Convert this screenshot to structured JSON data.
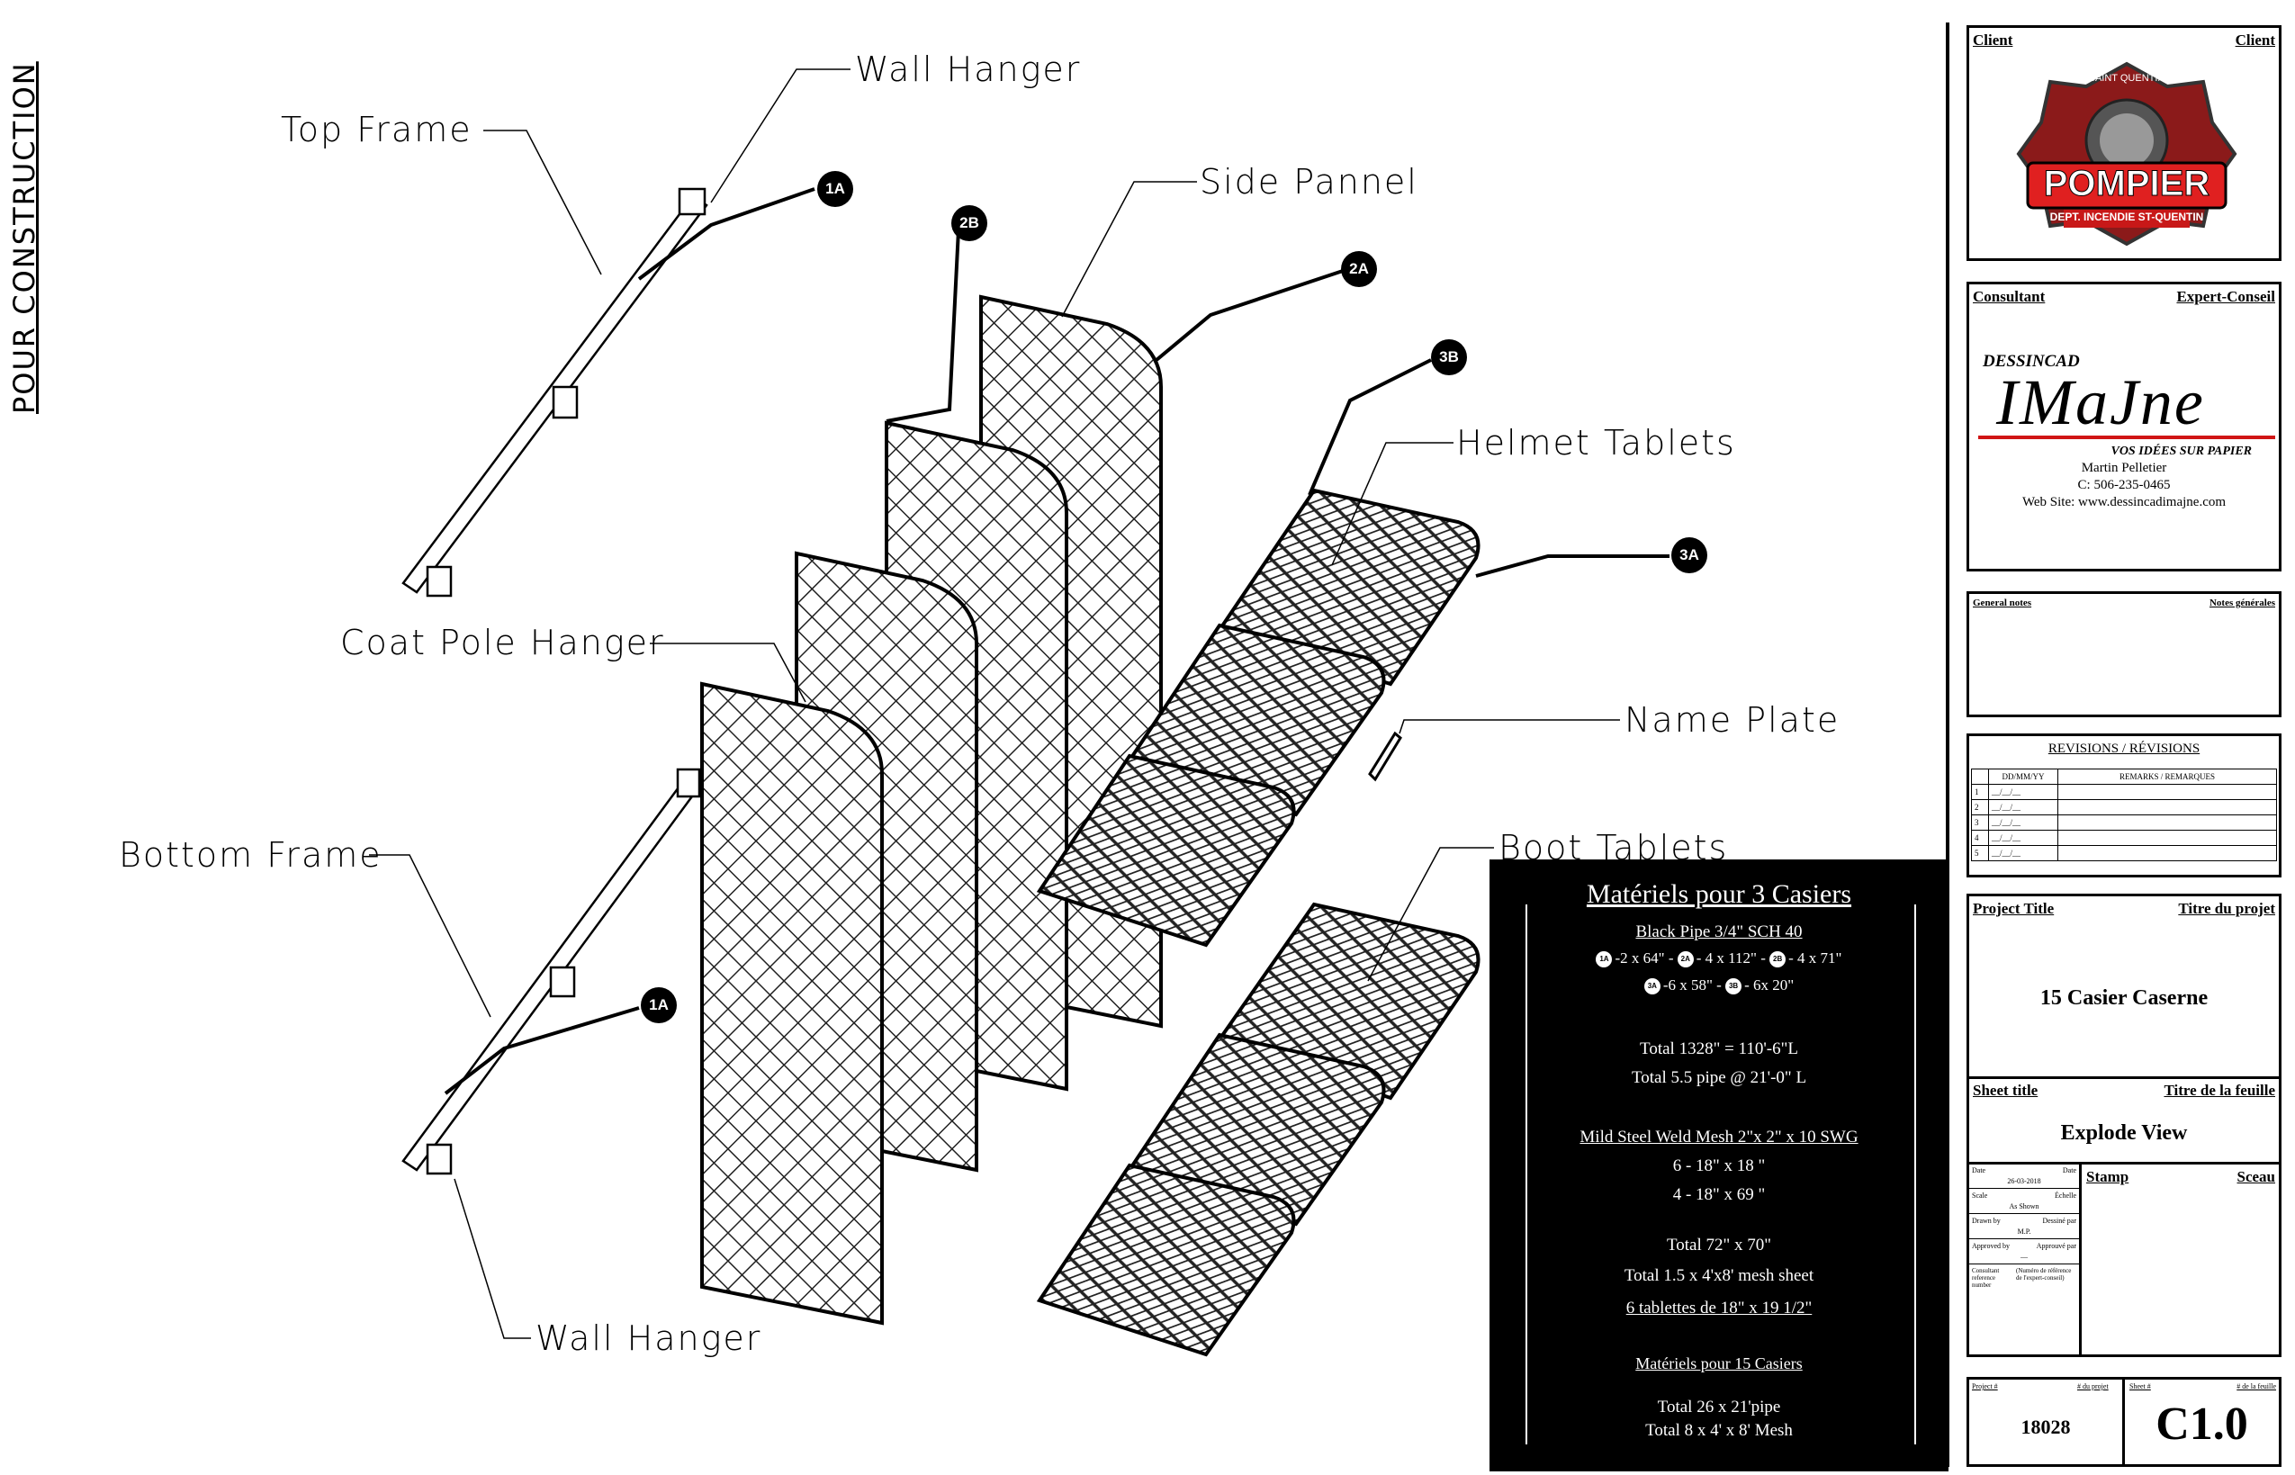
{
  "side_label": "POUR CONSTRUCTION",
  "callouts": {
    "top_frame": "Top Frame",
    "wall_hanger_top": "Wall Hanger",
    "side_pannel": "Side Pannel",
    "helmet_tablets": "Helmet Tablets",
    "coat_pole_hanger": "Coat Pole Hanger",
    "name_plate": "Name Plate",
    "bottom_frame": "Bottom Frame",
    "boot_tablets": "Boot Tablets",
    "wall_hanger_bottom": "Wall Hanger"
  },
  "bubbles": {
    "b1": "1A",
    "b2": "2B",
    "b3": "2A",
    "b4": "3B",
    "b5": "3A",
    "b6": "1A"
  },
  "materials": {
    "title": "Matériels  pour 3 Casiers",
    "pipe_title": "Black Pipe 3/4\" SCH 40",
    "row1a_tag": "1A",
    "row1a": "-2 x 64\" -",
    "row1b_tag": "2A",
    "row1b": "- 4 x 112\" -",
    "row1c_tag": "2B",
    "row1c": "- 4 x 71\"",
    "row2a_tag": "3A",
    "row2a": "-6 x 58\" -",
    "row2b_tag": "3B",
    "row2b": "- 6x 20\"",
    "total1": "Total 1328\" = 110'-6\"L",
    "total2": "Total  5.5 pipe @ 21'-0\" L",
    "mesh_title": "Mild Steel Weld Mesh  2\"x 2\" x 10 SWG",
    "mesh1": "6 - 18\" x 18 \"",
    "mesh2": "4 - 18\" x 69 \"",
    "mesh_total1": "Total 72\" x 70\"",
    "mesh_total2": "Total  1.5  x 4'x8' mesh sheet",
    "tablets": "6 tablettes de  18\" x 19 1/2\"",
    "title15": "Matériels  pour 15 Casiers",
    "total15a": "Total  26 x 21'pipe",
    "total15b": "Total  8 x 4' x 8' Mesh"
  },
  "title_block": {
    "client_en": "Client",
    "client_fr": "Client",
    "logo_top": "SAINT QUENTIN",
    "logo_main": "POMPIER",
    "logo_sub": "DEPT. INCENDIE ST-QUENTIN",
    "consultant_en": "Consultant",
    "consultant_fr": "Expert-Conseil",
    "firm_small": "DESSINCAD",
    "firm_main": "IMaJne",
    "firm_tag": "VOS IDÉES SUR PAPIER",
    "contact_name": "Martin Pelletier",
    "contact_phone": "C: 506-235-0465",
    "contact_web": "Web Site: www.dessincadimajne.com",
    "notes_en": "General notes",
    "notes_fr": "Notes générales",
    "revisions_title": "REVISIONS  /  RÉVISIONS",
    "rev_col1": "DD/MM/YY",
    "rev_col2": "REMARKS / REMARQUES",
    "rev_rows": [
      "1",
      "2",
      "3",
      "4",
      "5"
    ],
    "rev_date_placeholder": "__/__/__",
    "project_title_en": "Project Title",
    "project_title_fr": "Titre du projet",
    "project_title": "15 Casier Caserne",
    "sheet_title_en": "Sheet title",
    "sheet_title_fr": "Titre de la feuille",
    "sheet_title": "Explode View",
    "date_en": "Date",
    "date_fr": "Date",
    "date_val": "26-03-2018",
    "scale_en": "Scale",
    "scale_fr": "Échelle",
    "scale_val": "As Shown",
    "drawn_en": "Drawn by",
    "drawn_fr": "Dessiné par",
    "drawn_val": "M.P.",
    "approved_en": "Approved by",
    "approved_fr": "Approuvé par",
    "approved_val": "—",
    "consref_en": "Consultant reference number",
    "consref_fr": "(Numéro de référence de l'expert-conseil)",
    "stamp_en": "Stamp",
    "stamp_fr": "Sceau",
    "project_no_en": "Project #",
    "project_no_fr": "# du projet",
    "project_no": "18028",
    "sheet_no_en": "Sheet #",
    "sheet_no_fr": "# de la feuille",
    "sheet_no": "C1.0"
  }
}
